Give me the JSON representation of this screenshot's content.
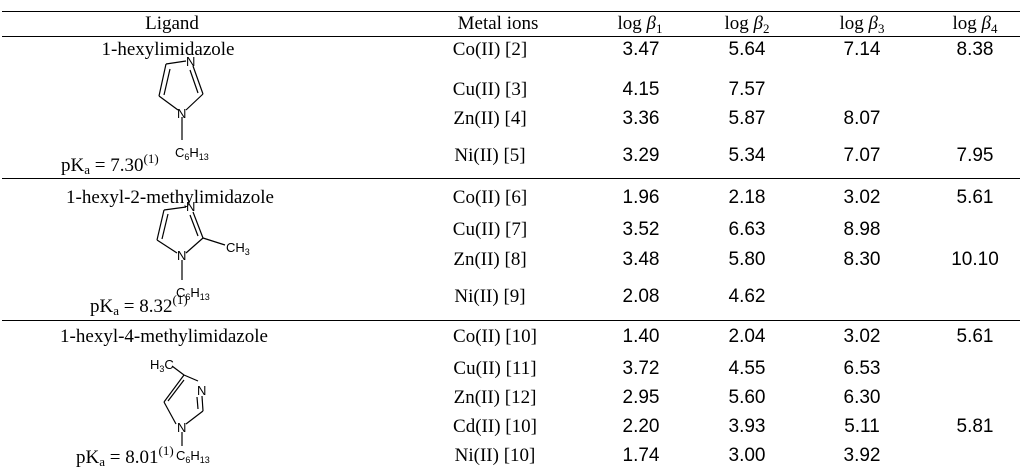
{
  "headers": {
    "ligand": "Ligand",
    "metal": "Metal ions",
    "b1": "log β1",
    "b2": "log β2",
    "b3": "log β3",
    "b4": "log β4",
    "log": "log",
    "beta": "β",
    "s1": "1",
    "s2": "2",
    "s3": "3",
    "s4": "4"
  },
  "groups": [
    {
      "name": "1-hexylimidazole",
      "pka_label": "pK",
      "pka_sub": "a",
      "pka_value": " = 7.30",
      "pka_note": "(1)",
      "structure": {
        "n_top": "N",
        "n_bottom": "N",
        "substituent": "C",
        "sub_num": "6",
        "sub_h": "H",
        "sub_num2": "13"
      },
      "rows": [
        {
          "metal": "Co(II) [2]",
          "b1": "3.47",
          "b2": "5.64",
          "b3": "7.14",
          "b4": "8.38"
        },
        {
          "metal": "Cu(II) [3]",
          "b1": "4.15",
          "b2": "7.57",
          "b3": "",
          "b4": ""
        },
        {
          "metal": "Zn(II) [4]",
          "b1": "3.36",
          "b2": "5.87",
          "b3": "8.07",
          "b4": ""
        },
        {
          "metal": "Ni(II) [5]",
          "b1": "3.29",
          "b2": "5.34",
          "b3": "7.07",
          "b4": "7.95"
        }
      ]
    },
    {
      "name": "1-hexyl-2-methylimidazole",
      "pka_label": "pK",
      "pka_sub": "a",
      "pka_value": " = 8.32",
      "pka_note": "(1)",
      "structure": {
        "n_top": "N",
        "n_bottom": "N",
        "methyl": "CH",
        "methyl_sub": "3",
        "substituent": "C",
        "sub_num": "6",
        "sub_h": "H",
        "sub_num2": "13"
      },
      "rows": [
        {
          "metal": "Co(II) [6]",
          "b1": "1.96",
          "b2": "2.18",
          "b3": "3.02",
          "b4": "5.61"
        },
        {
          "metal": "Cu(II) [7]",
          "b1": "3.52",
          "b2": "6.63",
          "b3": "8.98",
          "b4": ""
        },
        {
          "metal": "Zn(II) [8]",
          "b1": "3.48",
          "b2": "5.80",
          "b3": "8.30",
          "b4": "10.10"
        },
        {
          "metal": "Ni(II) [9]",
          "b1": "2.08",
          "b2": "4.62",
          "b3": "",
          "b4": ""
        }
      ]
    },
    {
      "name": "1-hexyl-4-methylimidazole",
      "pka_label": "pK",
      "pka_sub": "a",
      "pka_value": " = 8.01",
      "pka_note": "(1)",
      "structure": {
        "n_top": "N",
        "n_bottom": "N",
        "methyl": "H",
        "methyl_sub": "3",
        "methyl_c": "C",
        "substituent": "C",
        "sub_num": "6",
        "sub_h": "H",
        "sub_num2": "13"
      },
      "rows": [
        {
          "metal": "Co(II) [10]",
          "b1": "1.40",
          "b2": "2.04",
          "b3": "3.02",
          "b4": "5.61"
        },
        {
          "metal": "Cu(II) [11]",
          "b1": "3.72",
          "b2": "4.55",
          "b3": "6.53",
          "b4": ""
        },
        {
          "metal": "Zn(II) [12]",
          "b1": "2.95",
          "b2": "5.60",
          "b3": "6.30",
          "b4": ""
        },
        {
          "metal": "Cd(II) [10]",
          "b1": "2.20",
          "b2": "3.93",
          "b3": "5.11",
          "b4": "5.81"
        },
        {
          "metal": "Ni(II) [10]",
          "b1": "1.74",
          "b2": "3.00",
          "b3": "3.92",
          "b4": ""
        }
      ]
    }
  ]
}
